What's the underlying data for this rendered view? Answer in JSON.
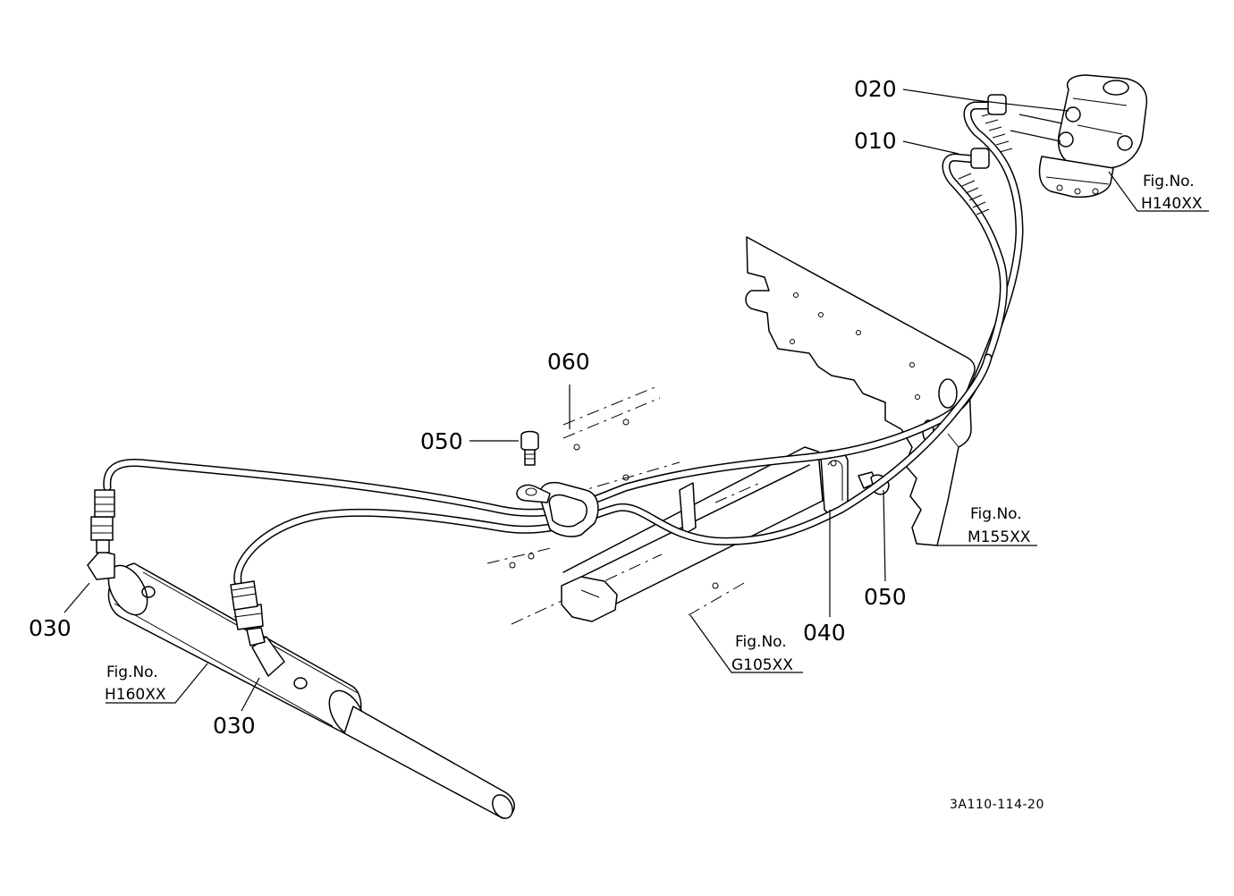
{
  "callouts": {
    "c020": "020",
    "c010": "010",
    "c060": "060",
    "c050_top": "050",
    "c050_right": "050",
    "c040": "040",
    "c030_left": "030",
    "c030_bottom": "030"
  },
  "figure_refs": {
    "h140": {
      "label": "Fig.No.",
      "code": "H140XX"
    },
    "m155": {
      "label": "Fig.No.",
      "code": "M155XX"
    },
    "g105": {
      "label": "Fig.No.",
      "code": "G105XX"
    },
    "h160": {
      "label": "Fig.No.",
      "code": "H160XX"
    }
  },
  "drawing_number": "3A110-114-20"
}
